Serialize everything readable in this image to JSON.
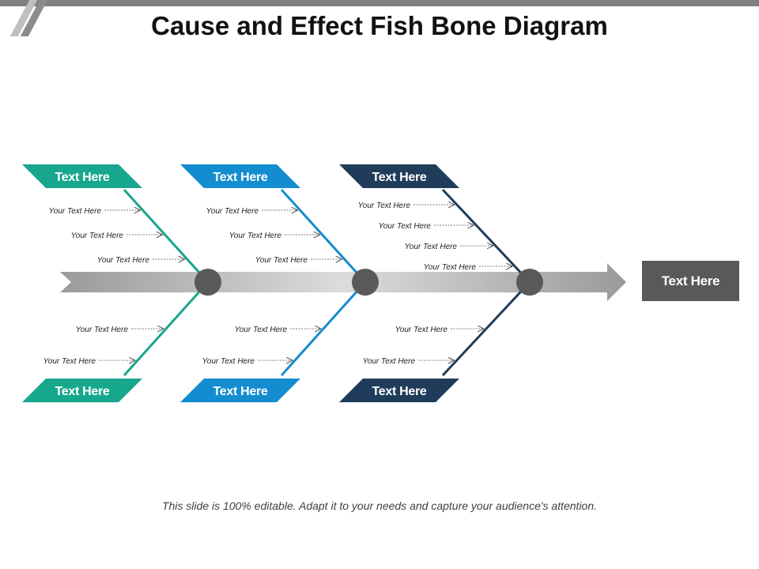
{
  "title": "Cause and Effect Fish Bone Diagram",
  "footer": "This slide is 100% editable. Adapt it to your needs and capture your audience's attention.",
  "effect_label": "Text Here",
  "colors": {
    "teal": "#17a78d",
    "blue": "#138dcf",
    "navy": "#1f3d5a",
    "spine": "#b3b3b3",
    "node": "#595959",
    "result_box": "#595959"
  },
  "categories": [
    {
      "label": "Text Here",
      "position": "top",
      "color": "teal",
      "causes": [
        "Your Text Here",
        "Your Text Here",
        "Your Text Here"
      ]
    },
    {
      "label": "Text Here",
      "position": "top",
      "color": "blue",
      "causes": [
        "Your Text Here",
        "Your Text Here",
        "Your Text Here"
      ]
    },
    {
      "label": "Text Here",
      "position": "top",
      "color": "navy",
      "causes": [
        "Your Text Here",
        "Your Text Here",
        "Your Text Here",
        "Your Text Here"
      ]
    },
    {
      "label": "Text Here",
      "position": "bottom",
      "color": "teal",
      "causes": [
        "Your Text Here",
        "Your Text Here"
      ]
    },
    {
      "label": "Text Here",
      "position": "bottom",
      "color": "blue",
      "causes": [
        "Your Text Here",
        "Your Text Here"
      ]
    },
    {
      "label": "Text Here",
      "position": "bottom",
      "color": "navy",
      "causes": [
        "Your Text Here",
        "Your Text Here"
      ]
    }
  ]
}
